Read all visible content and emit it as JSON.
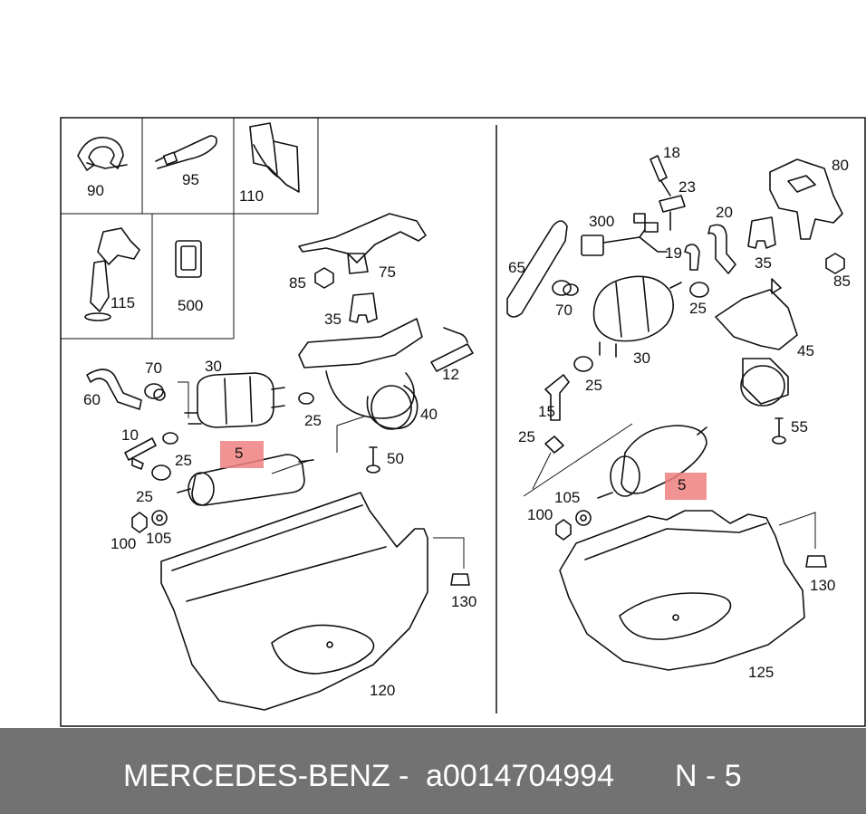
{
  "diagram": {
    "left_labels": [
      "90",
      "95",
      "110",
      "115",
      "500",
      "85",
      "75",
      "35",
      "12",
      "60",
      "70",
      "30",
      "10",
      "25",
      "5",
      "25",
      "40",
      "50",
      "25",
      "100",
      "105",
      "130",
      "120"
    ],
    "right_labels": [
      "18",
      "23",
      "300",
      "20",
      "80",
      "65",
      "19",
      "35",
      "85",
      "70",
      "25",
      "45",
      "30",
      "25",
      "15",
      "55",
      "25",
      "105",
      "100",
      "5",
      "130",
      "125"
    ]
  },
  "footer": {
    "brand": "MERCEDES-BENZ",
    "separator": "-",
    "part_number": "a0014704994",
    "ref": "N - 5"
  },
  "colors": {
    "highlight": "#f08080",
    "footer_bg": "#727272"
  }
}
